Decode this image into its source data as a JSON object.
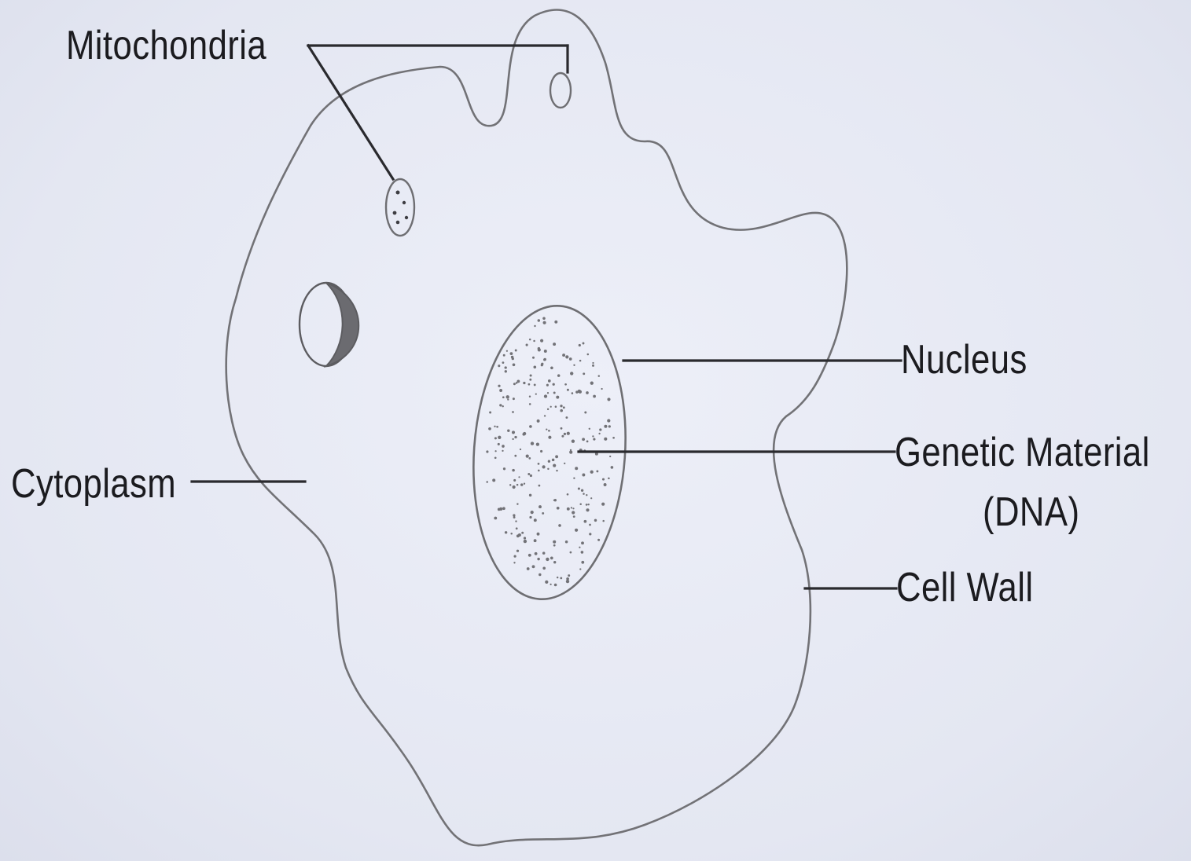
{
  "diagram": {
    "labels": {
      "mitochondria": "Mitochondria",
      "cytoplasm": "Cytoplasm",
      "nucleus": "Nucleus",
      "genetic_material_line1": "Genetic Material",
      "genetic_material_line2": "(DNA)",
      "cell_wall": "Cell Wall"
    },
    "colors": {
      "background": "#e6e8f3",
      "outline": "#6e6e72",
      "leader_line": "#2a2a2e",
      "label_text": "#1b1b1f"
    }
  }
}
